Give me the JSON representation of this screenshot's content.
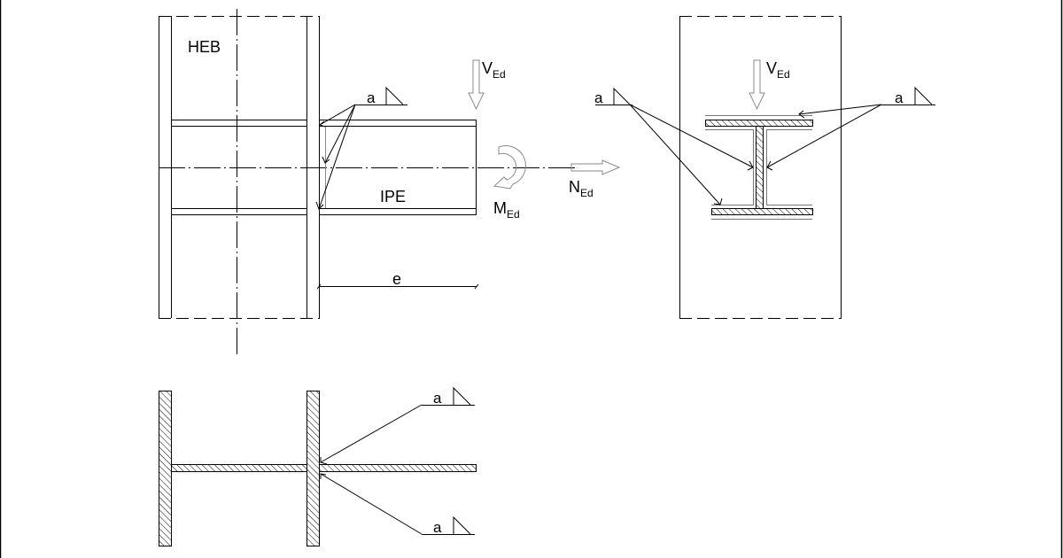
{
  "labels": {
    "column_profile": "HEB",
    "beam_profile": "IPE",
    "shear_main": "V",
    "shear_sub": "Ed",
    "moment_main": "M",
    "moment_sub": "Ed",
    "axial_main": "N",
    "axial_sub": "Ed",
    "eccentricity": "e",
    "weld_throat": "a"
  },
  "colors": {
    "line": "#000000",
    "load_arrow": "#8a8a8a",
    "hatch": "#000000",
    "background": "#ffffff"
  }
}
